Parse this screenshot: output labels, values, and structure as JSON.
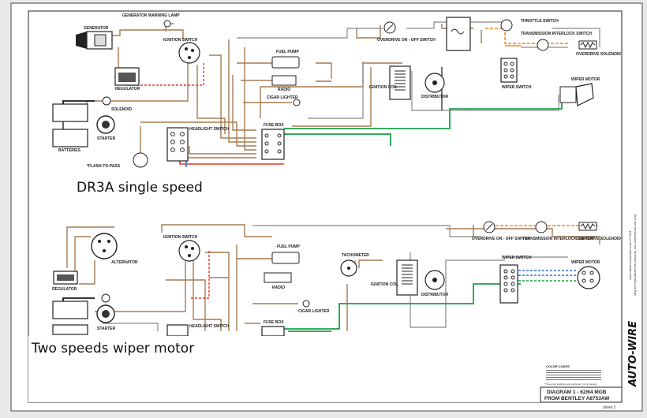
{
  "annotations": {
    "top_caption": "DR3A single speed",
    "bottom_caption": "Two speeds wiper motor"
  },
  "title_block": {
    "line1": "DIAGRAM 1 - 62/64 MGB",
    "line2": "FROM BENTLEY A8753AW",
    "sheet": "sheet 1",
    "brand": "AUTO-WIRE",
    "side_note_1": "www.advanceautowire.com  © 2004",
    "side_note_2": "May be reproduced for personal, non-commercial use only"
  },
  "top_diagram": {
    "generator": "GENERATOR",
    "generator_warning_lamp": "GENERATOR WARNING LAMP",
    "ignition_switch": "IGNITION SWITCH",
    "regulator": "REGULATOR",
    "solenoid": "SOLENOID",
    "starter": "STARTER",
    "batteries": "BATTERIES",
    "headlight_switch": "HEADLIGHT SWITCH",
    "flash_to_pass": "*FLASH-TO-PASS",
    "fuel_pump": "FUEL PUMP",
    "radio": "RADIO",
    "cigar_lighter": "CIGAR LIGHTER",
    "fuse_box": "FUSE BOX",
    "ignition_coil": "IGNITION COIL",
    "distributor": "DISTRIBUTOR",
    "overdrive_switch": "OVERDRIVE ON - OFF SWITCH",
    "throttle_switch": "THROTTLE SWITCH",
    "transmission_interlock": "TRANSMISSION INTERLOCK SWITCH",
    "overdrive_solenoid": "OVERDRIVE SOLENOID",
    "wiper_switch": "WIPER SWITCH",
    "wiper_motor": "WIPER MOTOR"
  },
  "bottom_diagram": {
    "alternator": "ALTERNATOR",
    "ignition_switch": "IGNITION SWITCH",
    "regulator": "REGULATOR",
    "starter": "STARTER",
    "headlight_switch": "HEADLIGHT SWITCH",
    "fuel_pump": "FUEL PUMP",
    "radio": "RADIO",
    "cigar_lighter": "CIGAR LIGHTER",
    "fuse_box": "FUSE BOX",
    "tachometer": "TACHOMETER",
    "ignition_coil": "IGNITION COIL",
    "distributor": "DISTRIBUTOR",
    "overdrive_switch": "OVERDRIVE ON - OFF SWITCH",
    "transmission_interlock": "TRANSMISSION INTERLOCK SWITCH",
    "overdrive_solenoid": "OVERDRIVE SOLENOID",
    "wiper_switch": "WIPER SWITCH",
    "wiper_motor": "WIPER MOTOR"
  },
  "color_codes": {
    "title": "COLOR CODES",
    "note": "*These two switches are combined in one housing"
  },
  "wire_colors": {
    "brown": "#a67c52",
    "tan": "#c8a070",
    "red": "#e03a2a",
    "green": "#1aa04a",
    "orange": "#f08a1c",
    "blue": "#3a6fd0",
    "gray": "#7a7a7a",
    "black": "#1a1a1a"
  }
}
